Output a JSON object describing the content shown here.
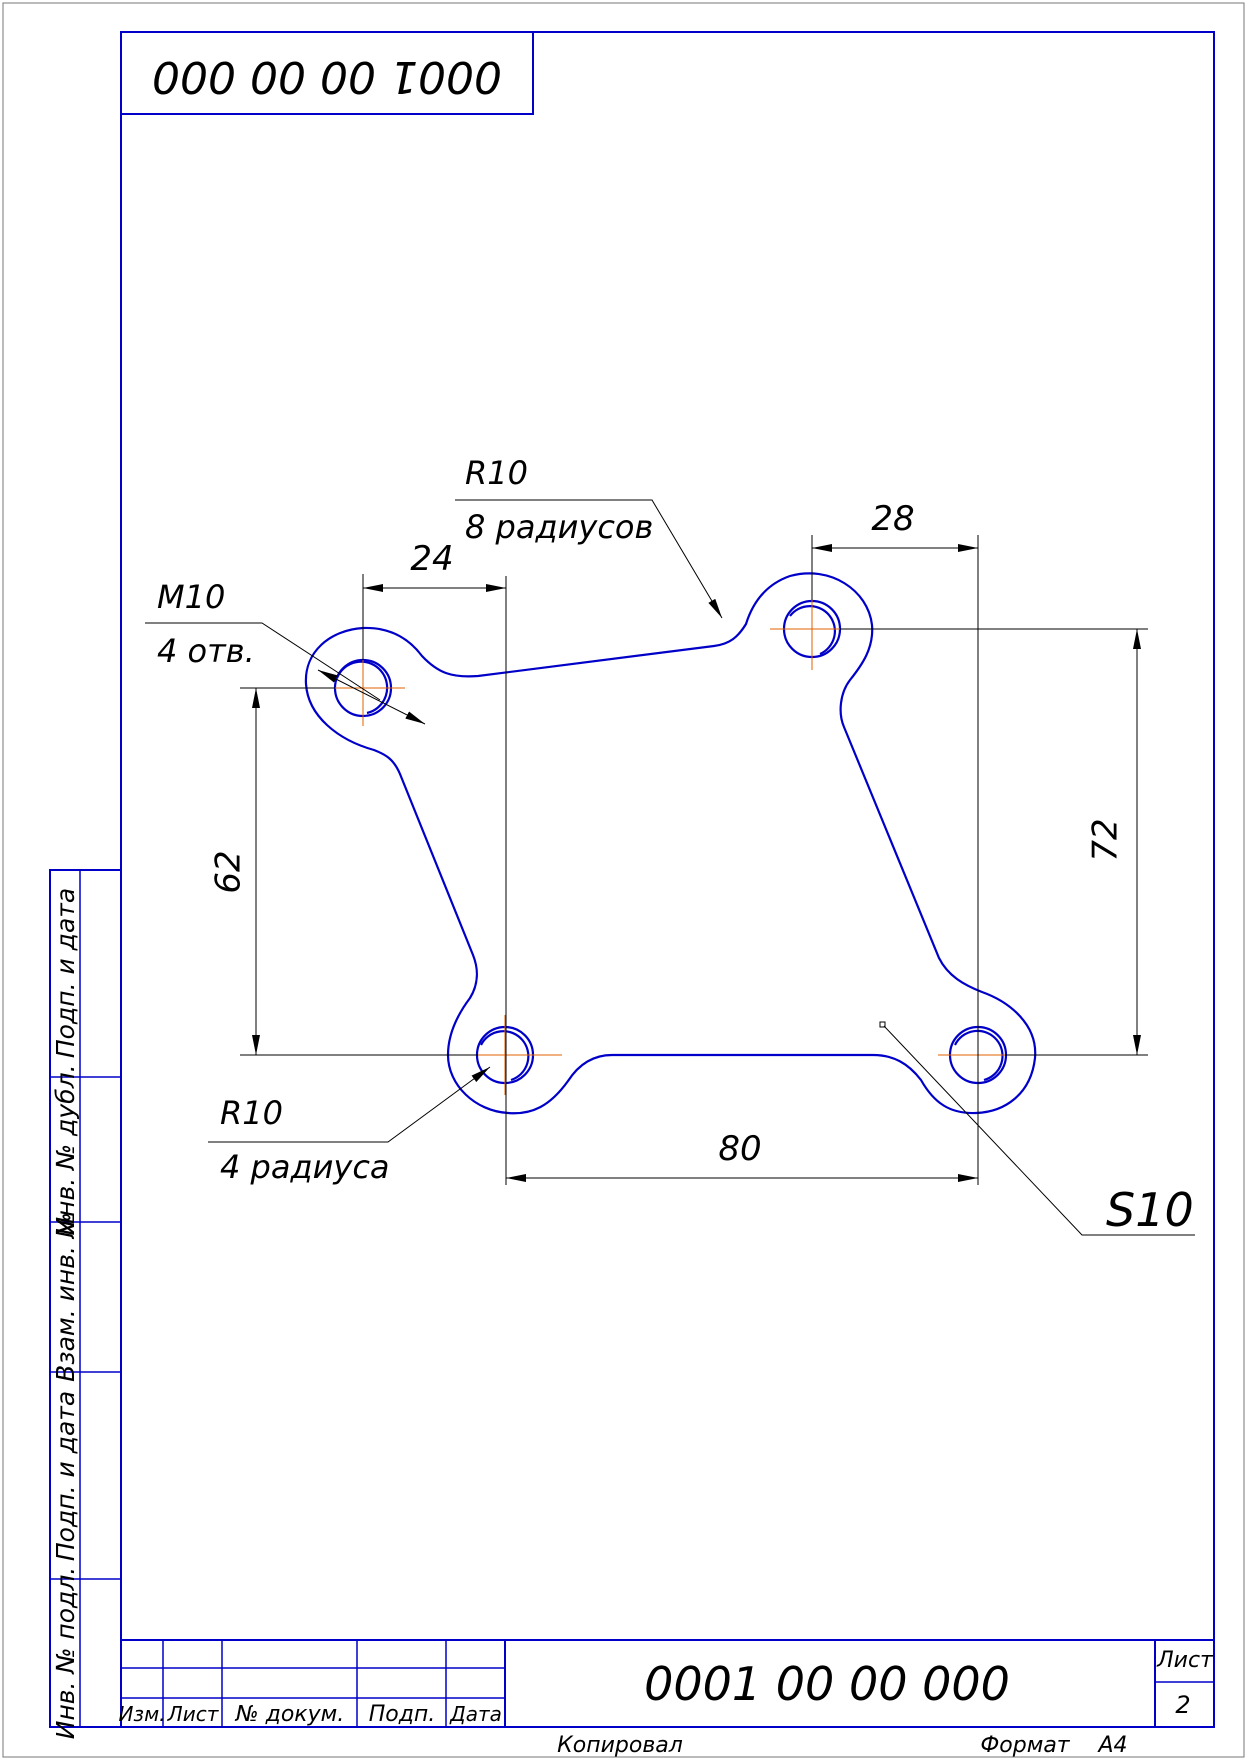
{
  "document": {
    "designation_top": "0001 00 00 000",
    "designation": "0001 00 00 000",
    "copied_label": "Копировал",
    "format_label": "Формат",
    "format_value": "A4",
    "sheet_label": "Лист",
    "sheet_number": "2"
  },
  "title_block": {
    "columns": [
      "Изм.",
      "Лист",
      "№ докум.",
      "Подп.",
      "Дата"
    ]
  },
  "side_stamp": {
    "fields": [
      "Подп. и дата",
      "Инв. № дубл.",
      "Взам. инв. №",
      "Подп. и дата",
      "Инв. № подл."
    ]
  },
  "drawing": {
    "dimensions": {
      "d24": "24",
      "d28": "28",
      "d62": "62",
      "d72": "72",
      "d80": "80"
    },
    "notes": {
      "thread_size": "M10",
      "thread_count": "4 отв.",
      "radius_top": "R10",
      "radius_top_count": "8 радиусов",
      "radius_bottom": "R10",
      "radius_bottom_count": "4 радиуса",
      "thickness": "S10"
    }
  },
  "colors": {
    "frame": "#0000c8",
    "part_outline": "#0000c8",
    "centerline": "#e06000",
    "dimension": "#000000"
  }
}
